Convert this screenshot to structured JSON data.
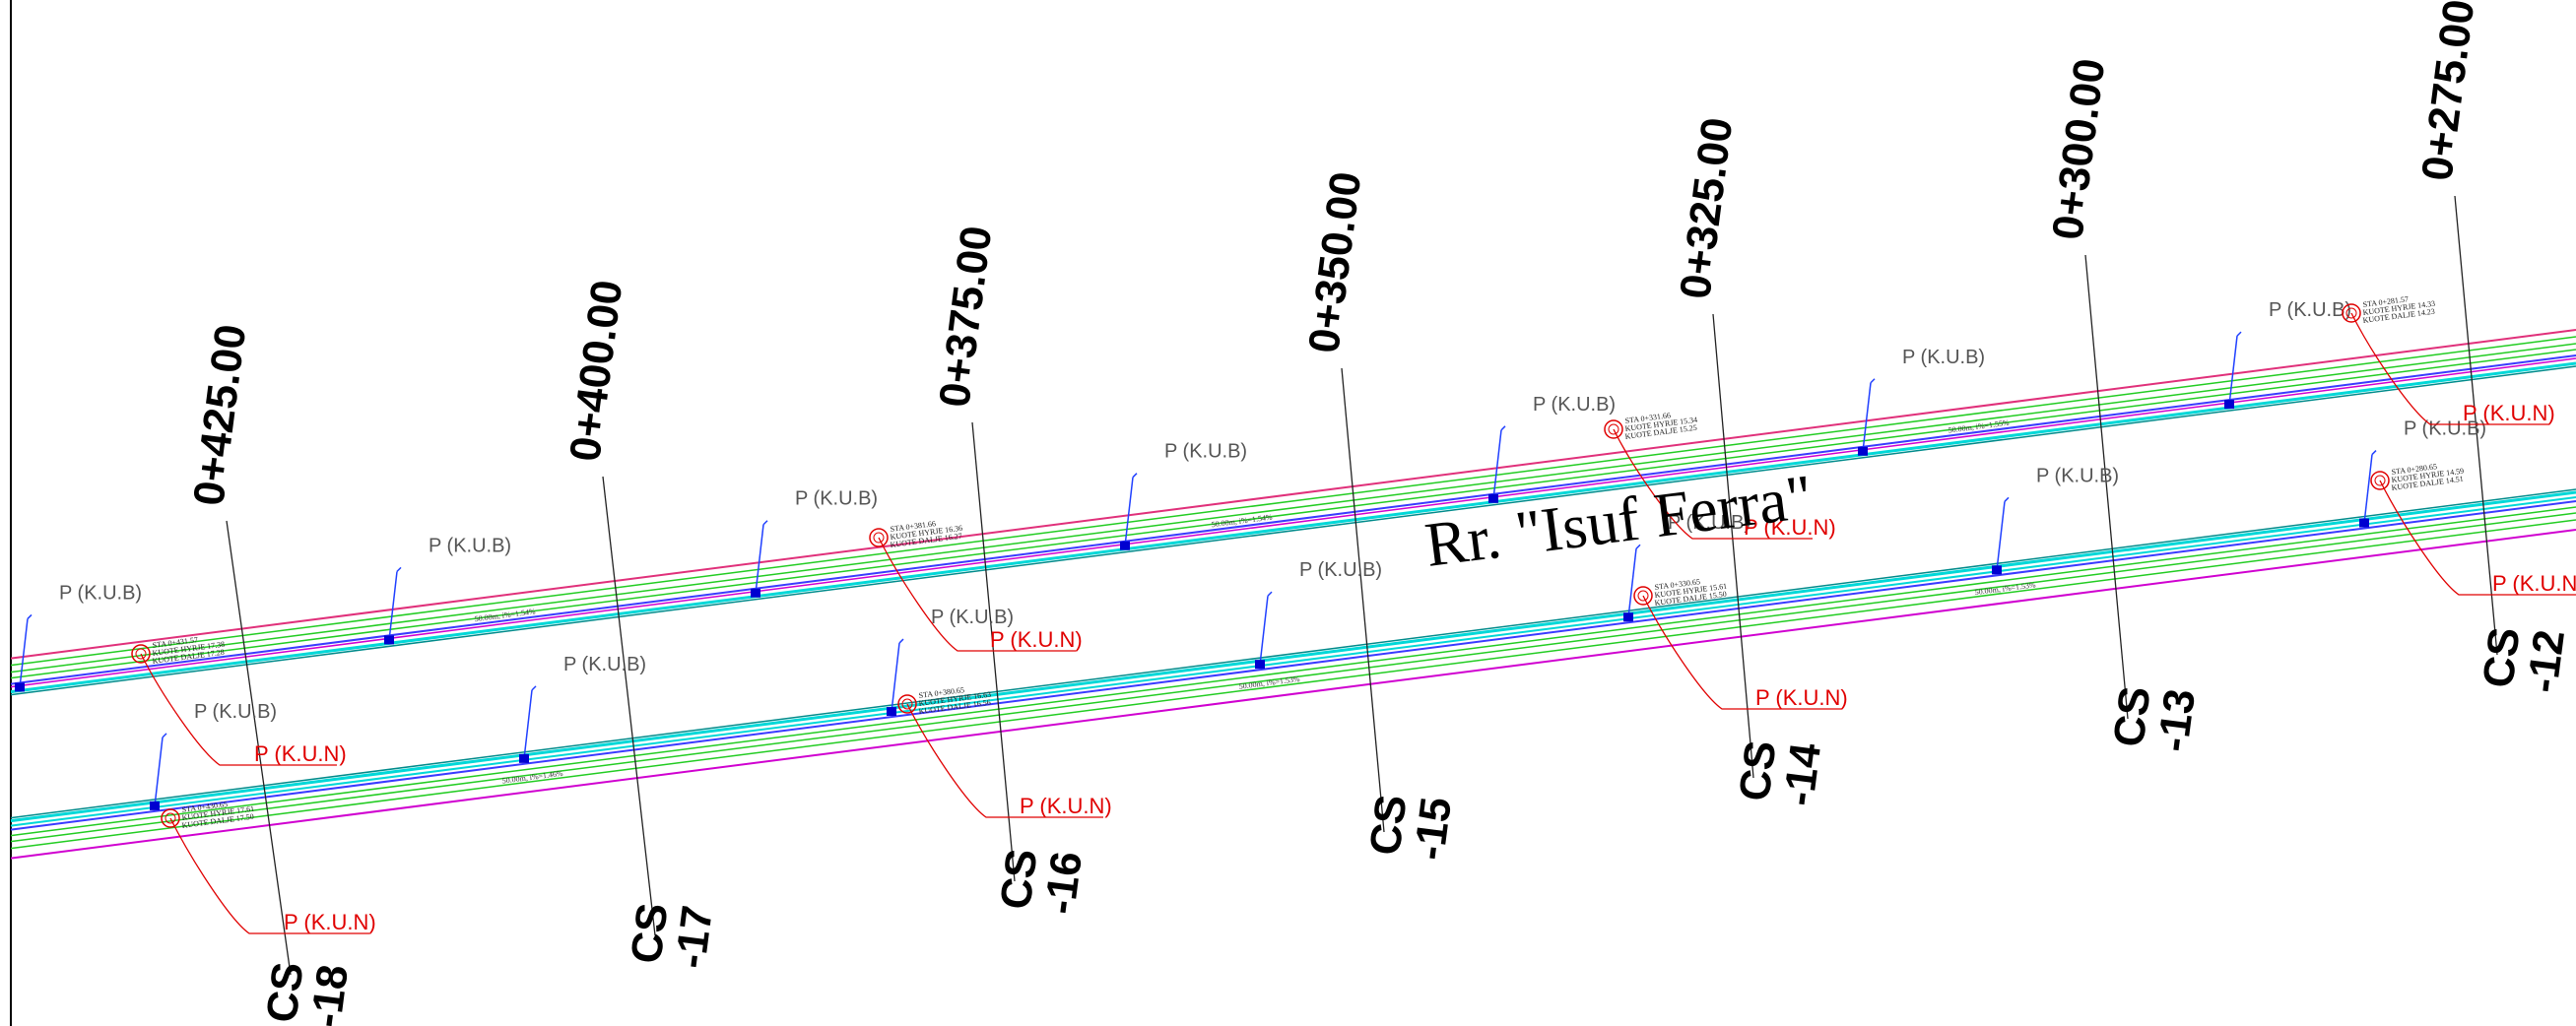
{
  "street_name": "Rr. \"Isuf Ferra\"",
  "colors": {
    "frame": "#000000",
    "pink_line": "#e0307a",
    "magenta_line": "#d000d0",
    "green_line": "#22cc22",
    "cyan_line": "#00d8d8",
    "teal_line": "#008b8b",
    "pipe_line": "#3a3aff",
    "manhole": "#0000d0",
    "label_red": "#e00000",
    "label_gray": "#555555",
    "label_blue_leader": "#2040ff"
  },
  "stations": [
    {
      "label": "0+425.00",
      "cs": "CS",
      "cs_num": "-18"
    },
    {
      "label": "0+400.00",
      "cs": "CS",
      "cs_num": "-17"
    },
    {
      "label": "0+375.00",
      "cs": "CS",
      "cs_num": "-16"
    },
    {
      "label": "0+350.00",
      "cs": "CS",
      "cs_num": "-15"
    },
    {
      "label": "0+325.00",
      "cs": "CS",
      "cs_num": "-14"
    },
    {
      "label": "0+300.00",
      "cs": "CS",
      "cs_num": "-13"
    },
    {
      "label": "0+275.00",
      "cs": "CS",
      "cs_num": "-12"
    }
  ],
  "kub_label": "P (K.U.B)",
  "kun_label": "P (K.U.N)",
  "slope_labels": {
    "upper": [
      "50.00m, i%=1.54%",
      "50.00m, i%=1.54%",
      "50.00m, i%=1.55%"
    ],
    "lower": [
      "50.00m, i%=1.46%",
      "50.00m, i%=1.53%",
      "50.00m, i%=1.53%"
    ]
  },
  "upper_notes": [
    {
      "sta": "STA 0+431.57",
      "hyrje": "KUOTE HYRJE 17.38",
      "dalje": "KUOTE DALJE 17.28"
    },
    {
      "sta": "STA 0+381.66",
      "hyrje": "KUOTE HYRJE 16.36",
      "dalje": "KUOTE DALJE 16.27"
    },
    {
      "sta": "STA 0+331.66",
      "hyrje": "KUOTE HYRJE 15.34",
      "dalje": "KUOTE DALJE 15.25"
    },
    {
      "sta": "STA 0+281.57",
      "hyrje": "KUOTE HYRJE 14.33",
      "dalje": "KUOTE DALJE 14.23"
    }
  ],
  "lower_notes": [
    {
      "sta": "STA 0+430.65",
      "hyrje": "KUOTE HYRJE 17.61",
      "dalje": "KUOTE DALJE 17.50"
    },
    {
      "sta": "STA 0+380.65",
      "hyrje": "KUOTE HYRJE 16.63",
      "dalje": "KUOTE DALJE 16.56"
    },
    {
      "sta": "STA 0+330.65",
      "hyrje": "KUOTE HYRJE 15.61",
      "dalje": "KUOTE DALJE 15.50"
    },
    {
      "sta": "STA 0+280.65",
      "hyrje": "KUOTE HYRJE 14.59",
      "dalje": "KUOTE DALJE 14.51"
    }
  ]
}
